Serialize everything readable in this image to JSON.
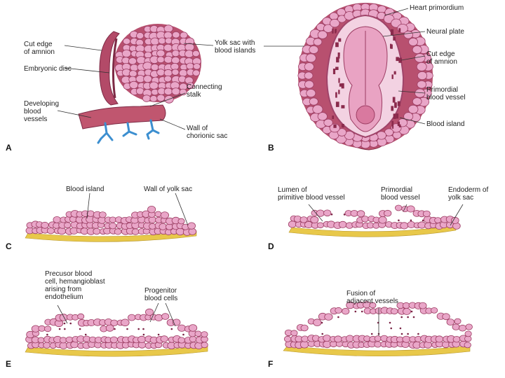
{
  "panels": {
    "a": {
      "letter": "A",
      "labels": {
        "cut_edge_amnion": [
          "Cut edge",
          "of amnion"
        ],
        "embryonic_disc": [
          "Embryonic disc"
        ],
        "developing_vessels": [
          "Developing",
          "blood",
          "vessels"
        ],
        "yolk_sac": [
          "Yolk sac with",
          "blood islands"
        ],
        "connecting_stalk": [
          "Connecting",
          "stalk"
        ],
        "chorionic_wall": [
          "Wall of",
          "chorionic sac"
        ]
      }
    },
    "b": {
      "letter": "B",
      "labels": {
        "heart_primordium": [
          "Heart primordium"
        ],
        "neural_plate": [
          "Neural plate"
        ],
        "cut_edge_amnion": [
          "Cut edge",
          "of amnion"
        ],
        "primordial_vessel": [
          "Primordial",
          "blood vessel"
        ],
        "blood_island": [
          "Blood island"
        ]
      }
    },
    "c": {
      "letter": "C",
      "labels": {
        "blood_island": [
          "Blood island"
        ],
        "wall_yolk_sac": [
          "Wall of yolk sac"
        ]
      }
    },
    "d": {
      "letter": "D",
      "labels": {
        "lumen": [
          "Lumen of",
          "primitive blood vessel"
        ],
        "primordial_vessel": [
          "Primordial",
          "blood vessel"
        ],
        "endoderm": [
          "Endoderm of",
          "yolk sac"
        ]
      }
    },
    "e": {
      "letter": "E",
      "labels": {
        "precursor": [
          "Precusor blood",
          "cell, hemangioblast",
          "arising from",
          "endothelium"
        ],
        "progenitor": [
          "Progenitor",
          "blood cells"
        ]
      }
    },
    "f": {
      "letter": "F",
      "labels": {
        "fusion": [
          "Fusion of",
          "adjacent vessels"
        ]
      }
    }
  },
  "colors": {
    "cell_fill": "#e9a6c8",
    "cell_stroke": "#9c3d63",
    "endoderm": "#e8c84a",
    "tissue": "#b8506f",
    "vessel_blue": "#4aa3e0",
    "lumen": "#fbf3f6"
  }
}
